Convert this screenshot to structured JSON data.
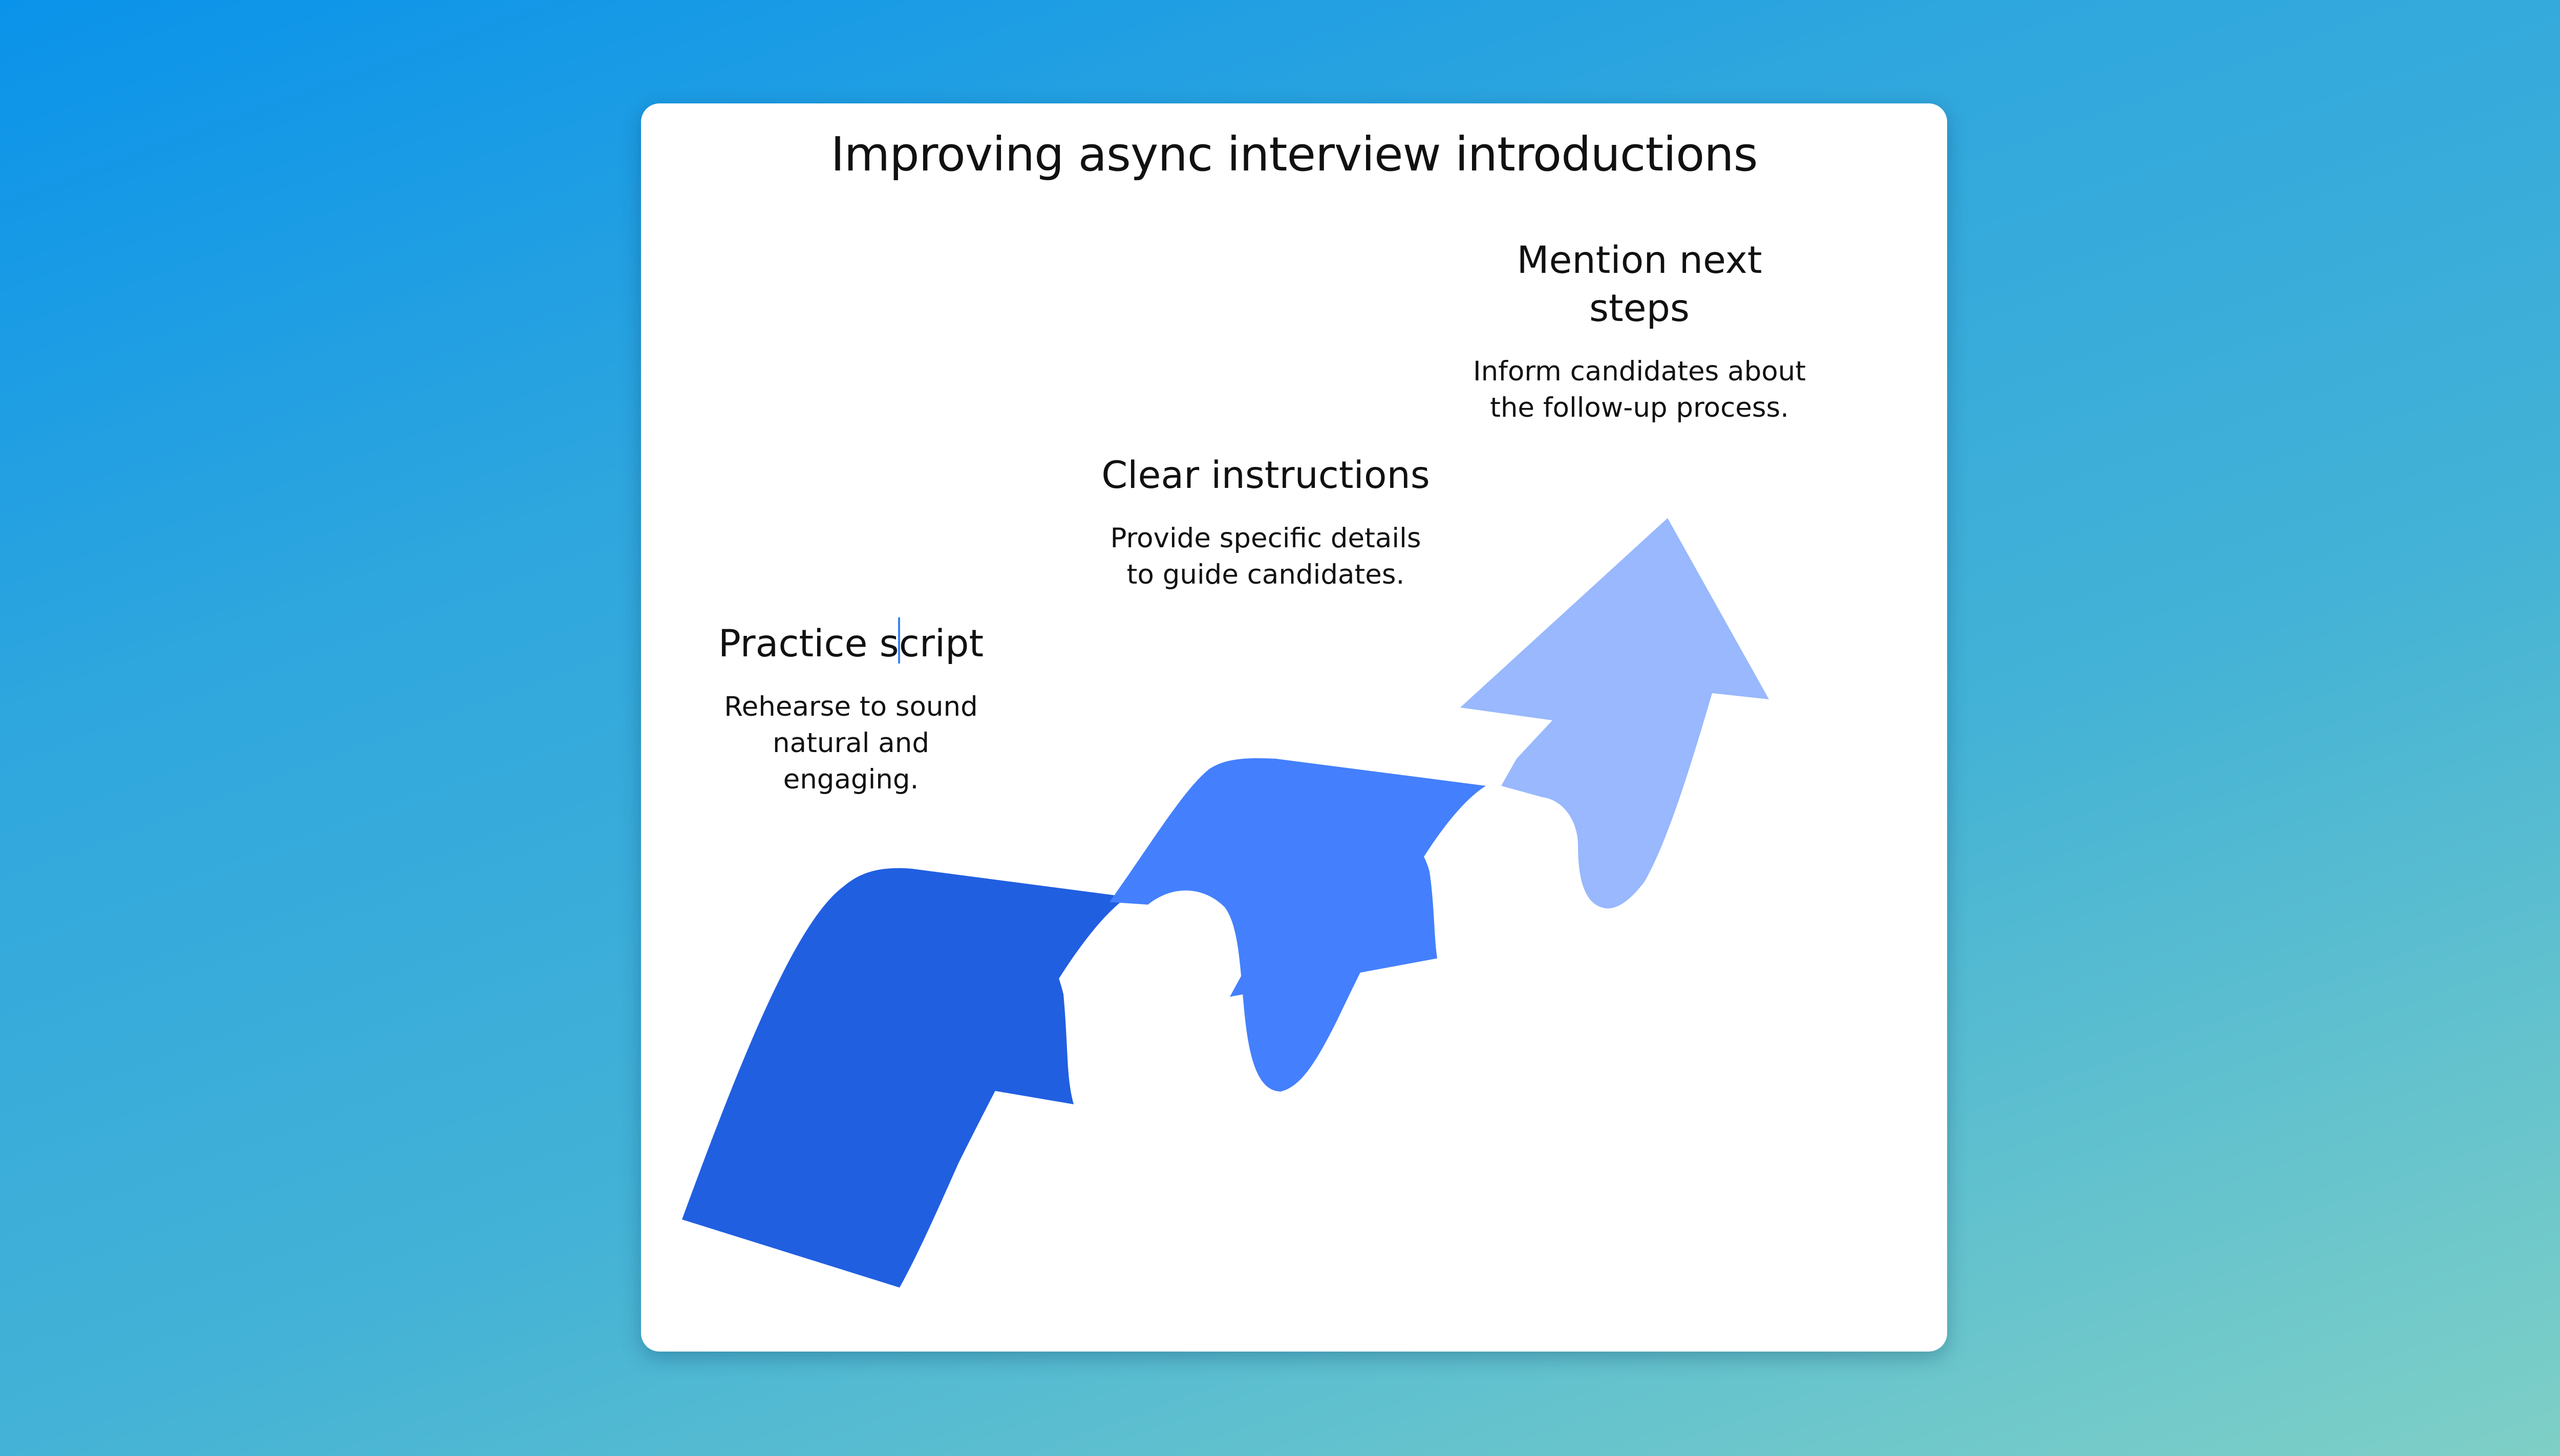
{
  "title": "Improving async interview introductions",
  "steps": [
    {
      "title_before_caret": "Practice s",
      "title_after_caret": "cript",
      "description_line1": "Rehearse to sound",
      "description_line2": "natural and engaging.",
      "color": "#215fe1"
    },
    {
      "title": "Clear instructions",
      "description_line1": "Provide specific details",
      "description_line2": "to guide candidates.",
      "color": "#4480fd"
    },
    {
      "title_line1": "Mention next",
      "title_line2": "steps",
      "description_line1": "Inform candidates about",
      "description_line2": "the follow-up process.",
      "color": "#99b8fd"
    }
  ],
  "colors": {
    "background_top": "#0a93ea",
    "background_bottom": "#7fd0c6",
    "card": "#ffffff",
    "caret": "#3b82f6"
  }
}
